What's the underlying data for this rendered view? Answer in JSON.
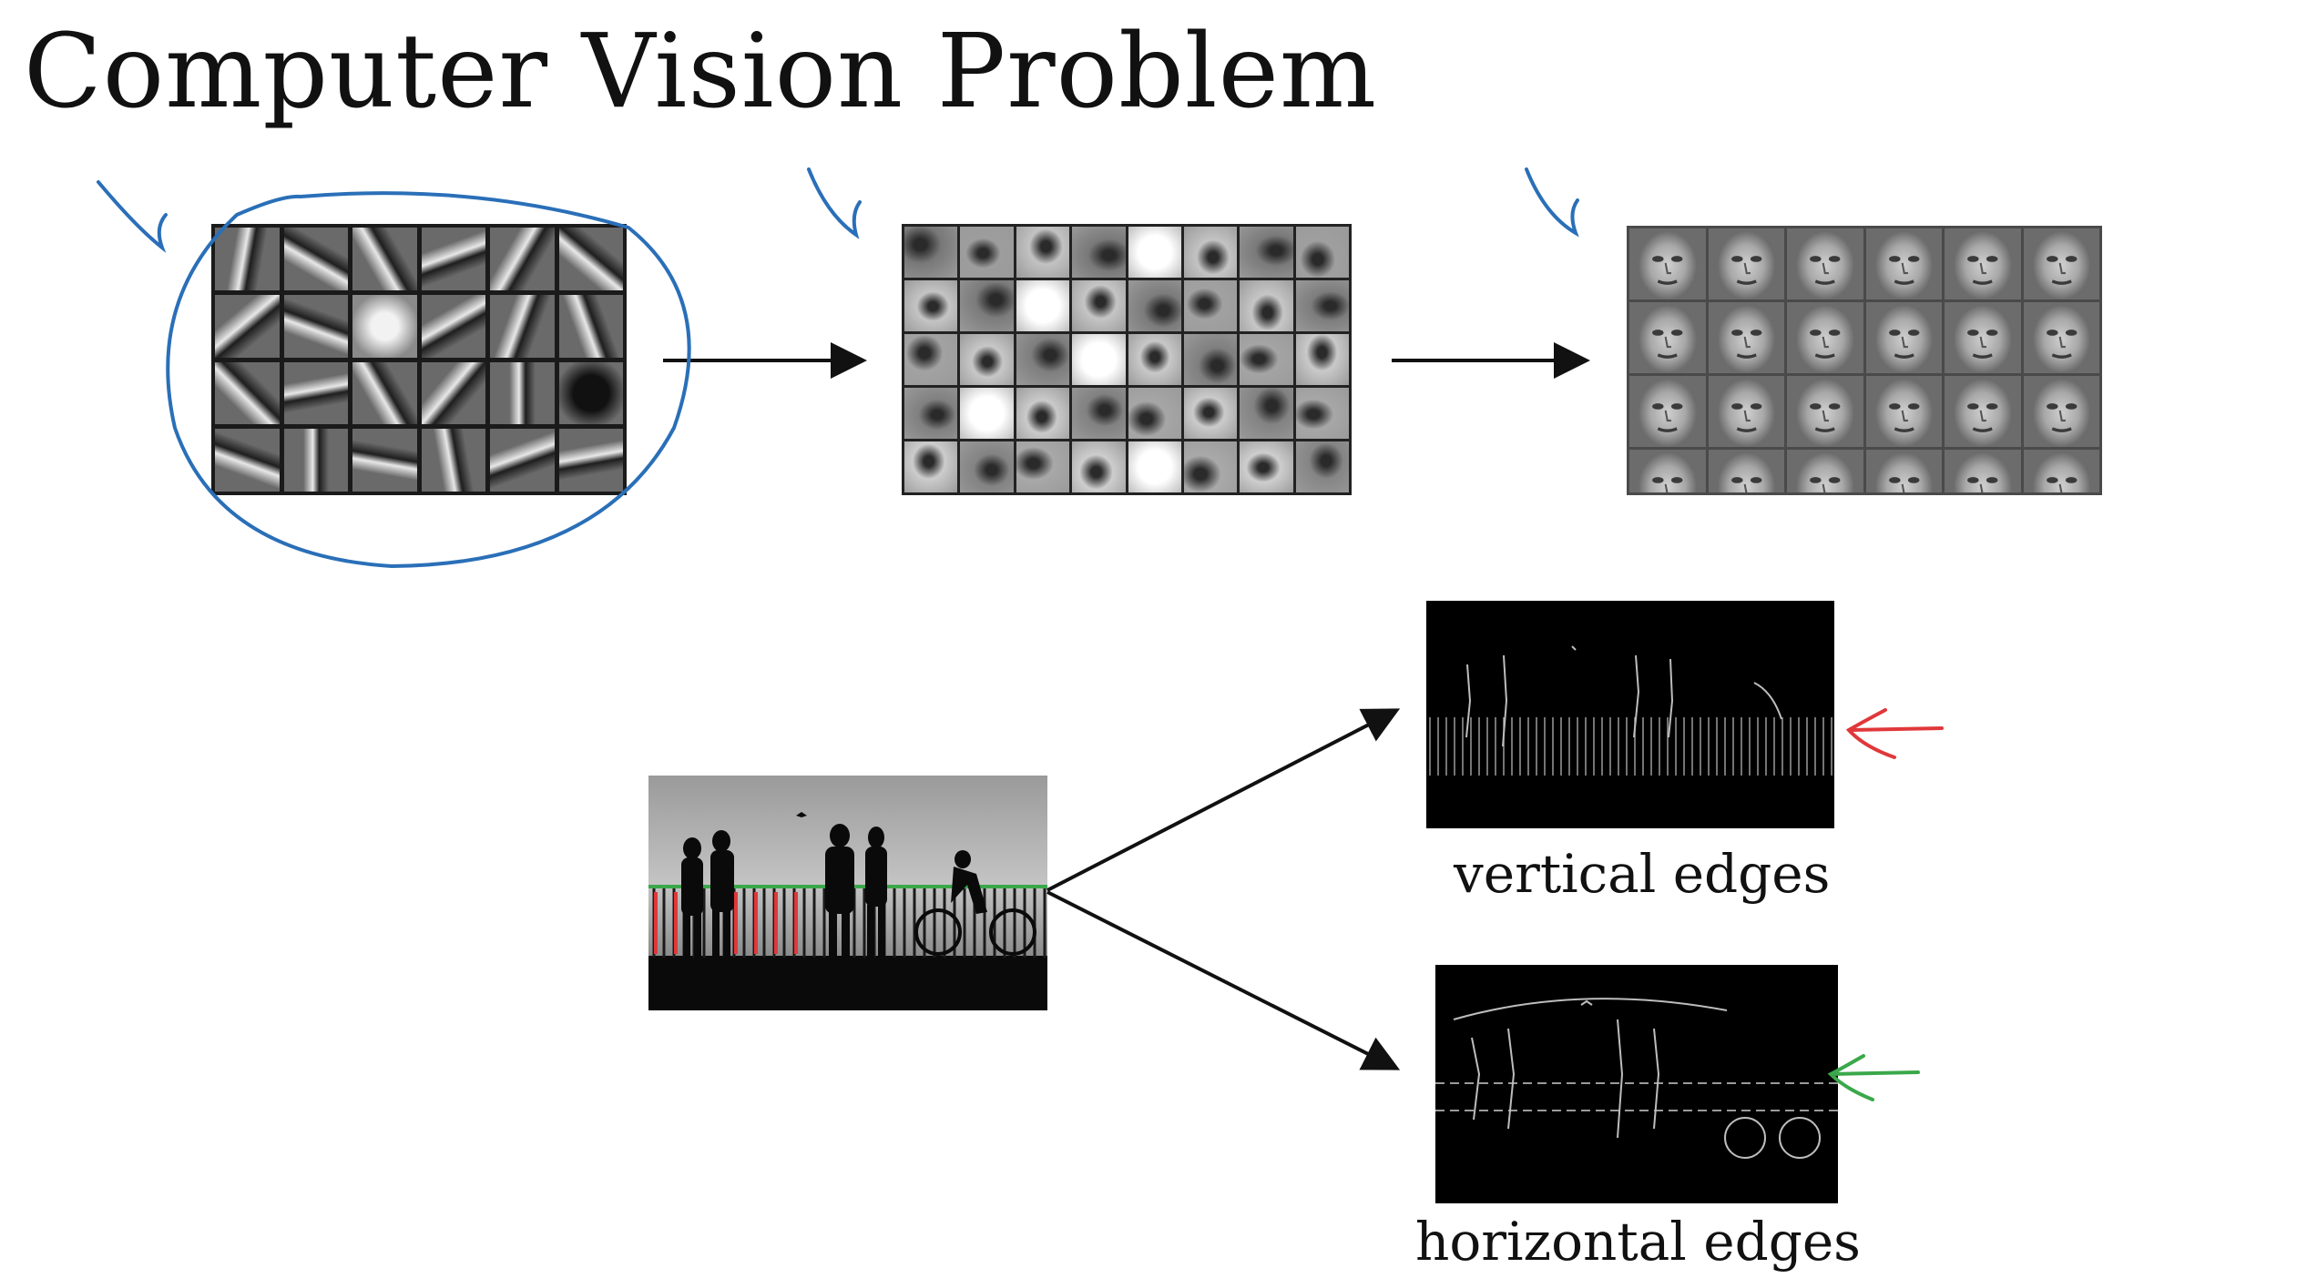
{
  "title": "Computer Vision Problem",
  "edge_grids": {
    "rows": 4,
    "cols": 6
  },
  "part_grids": {
    "rows": 5,
    "cols": 8
  },
  "face_grids": {
    "rows": 4,
    "cols": 6
  },
  "captions": {
    "vertical": "vertical edges",
    "horizontal": "horizontal edges"
  },
  "annotations": {
    "blue_color": "#2a6fb8",
    "red_color": "#e0383a",
    "green_color": "#3aa84a",
    "arrow_color": "#111111"
  }
}
